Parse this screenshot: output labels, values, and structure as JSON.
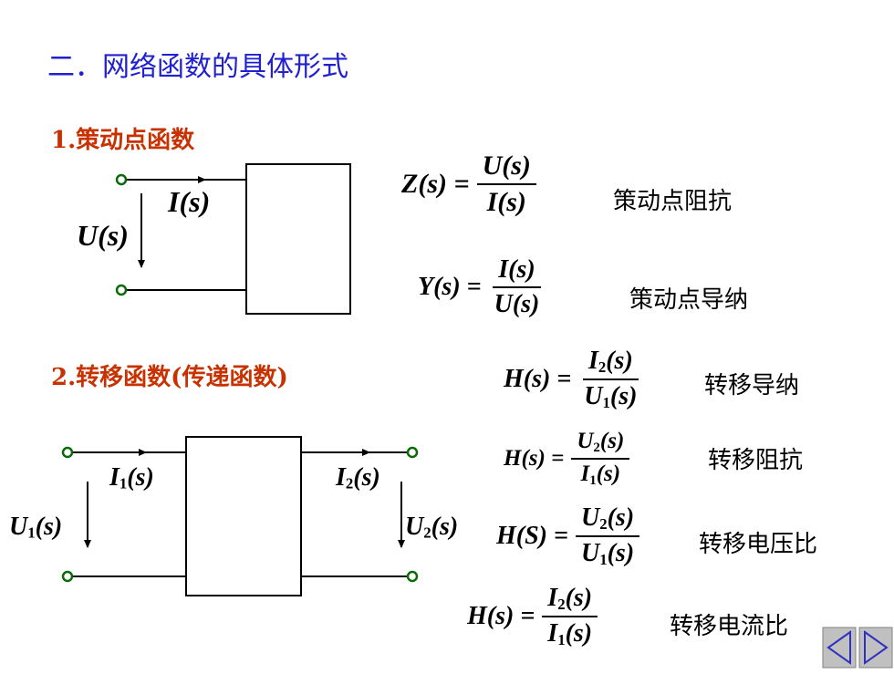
{
  "title": "二．网络函数的具体形式",
  "section1": {
    "heading": "1.策动点函数",
    "current_label": "I(s)",
    "voltage_label": "U(s)",
    "formulas": [
      {
        "lhs": "Z(s) =",
        "num": "U(s)",
        "den": "I(s)",
        "desc": "策动点阻抗"
      },
      {
        "lhs": "Y(s) =",
        "num": "I(s)",
        "den": "U(s)",
        "desc": "策动点导纳"
      }
    ]
  },
  "section2": {
    "heading": "2.转移函数(传递函数)",
    "labels": {
      "i1": {
        "base": "I",
        "sub": "1",
        "tail": "(s)"
      },
      "i2": {
        "base": "I",
        "sub": "2",
        "tail": "(s)"
      },
      "u1": {
        "base": "U",
        "sub": "1",
        "tail": "(s)"
      },
      "u2": {
        "base": "U",
        "sub": "2",
        "tail": "(s)"
      }
    },
    "formulas": [
      {
        "lhs": "H(s) =",
        "num_base": "I",
        "num_sub": "2",
        "num_tail": "(s)",
        "den_base": "U",
        "den_sub": "1",
        "den_tail": "(s)",
        "desc": "转移导纳"
      },
      {
        "lhs": "H(s) =",
        "num_base": "U",
        "num_sub": "2",
        "num_tail": "(s)",
        "den_base": "I",
        "den_sub": "1",
        "den_tail": "(s)",
        "desc": "转移阻抗"
      },
      {
        "lhs": "H(S) =",
        "num_base": "U",
        "num_sub": "2",
        "num_tail": "(s)",
        "den_base": "U",
        "den_sub": "1",
        "den_tail": "(s)",
        "desc": "转移电压比"
      },
      {
        "lhs": "H(s) =",
        "num_base": "I",
        "num_sub": "2",
        "num_tail": "(s)",
        "den_base": "I",
        "den_sub": "1",
        "den_tail": "(s)",
        "desc": "转移电流比"
      }
    ]
  },
  "nav": {
    "prev": "previous-slide",
    "next": "next-slide",
    "color": "#c0c0c0",
    "arrow_color": "#3030c0"
  }
}
